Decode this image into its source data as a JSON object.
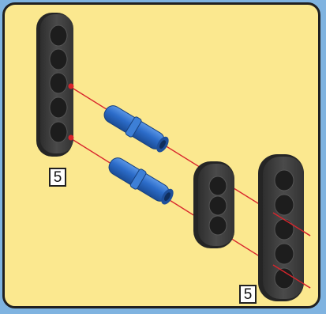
{
  "step": {
    "quantity_left": "5",
    "quantity_right": "5"
  },
  "colors": {
    "panel_background": "#fbe88f",
    "outer_background": "#7fb3e0",
    "beam_dark": "#3a3a3a",
    "pin_blue": "#2c6cc9",
    "guide_line": "#d8252c"
  },
  "parts": [
    {
      "name": "liftarm-5-hole",
      "color": "dark-grey"
    },
    {
      "name": "friction-pin",
      "color": "blue"
    },
    {
      "name": "friction-pin",
      "color": "blue"
    },
    {
      "name": "liftarm-3-hole",
      "color": "dark-grey"
    },
    {
      "name": "liftarm-5-hole",
      "color": "dark-grey"
    }
  ]
}
